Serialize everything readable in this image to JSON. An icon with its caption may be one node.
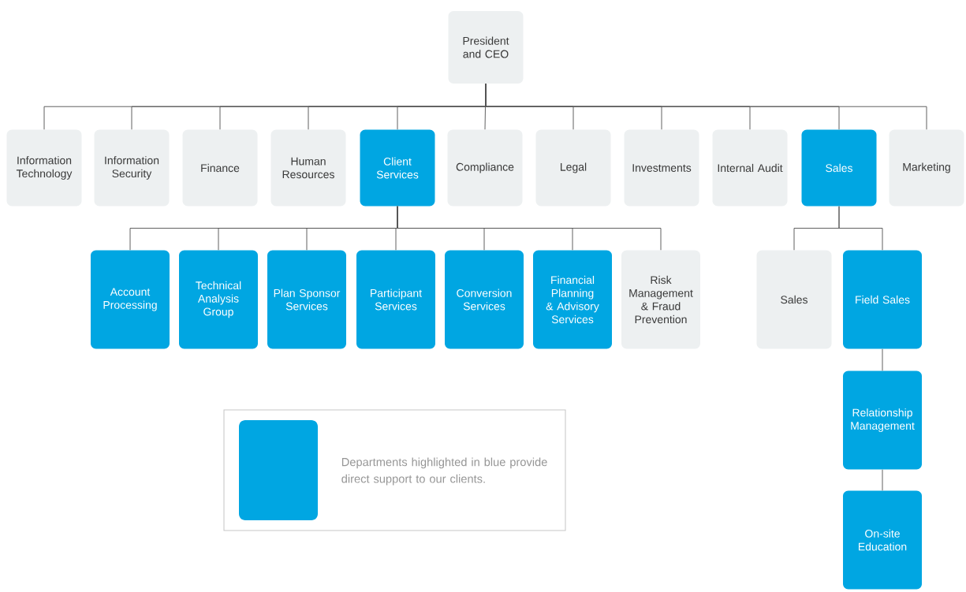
{
  "diagram": {
    "nodes": [
      {
        "text": [
          "President and CEO"
        ]
      },
      {
        "text": [
          "Information Technology"
        ]
      },
      {
        "text": [
          "Information Security"
        ]
      },
      {
        "text": [
          "Finance"
        ]
      },
      {
        "text": [
          "Human Resources"
        ]
      },
      {
        "text": [
          "Client Services"
        ]
      },
      {
        "text": [
          "Compliance"
        ]
      },
      {
        "text": [
          "Legal"
        ]
      },
      {
        "text": [
          "Investments"
        ]
      },
      {
        "text": [
          "Internal Audit"
        ]
      },
      {
        "text": [
          "Sales"
        ]
      },
      {
        "text": [
          "Marketing"
        ]
      },
      {
        "text": [
          "Account Processing"
        ]
      },
      {
        "text": [
          "Technical Analysis Group"
        ]
      },
      {
        "text": [
          "Plan Sponsor Services"
        ]
      },
      {
        "text": [
          "Participant Services"
        ]
      },
      {
        "text": [
          "Conversion Services"
        ]
      },
      {
        "text": [
          "Financial Planning & Advisory Services"
        ]
      },
      {
        "text": [
          "Risk Management & Fraud Prevention"
        ]
      },
      {
        "text": [
          "Sales"
        ]
      },
      {
        "text": [
          "Field Sales"
        ]
      },
      {
        "text": [
          "Relationship Management"
        ]
      },
      {
        "text": [
          "On-site Education"
        ]
      }
    ],
    "edges": [
      {
        "from": 0,
        "to": 1,
        "arrow": "none"
      },
      {
        "from": 0,
        "to": 2,
        "arrow": "none"
      },
      {
        "from": 0,
        "to": 3,
        "arrow": "none"
      },
      {
        "from": 0,
        "to": 4,
        "arrow": "none"
      },
      {
        "from": 0,
        "to": 5,
        "arrow": "none"
      },
      {
        "from": 0,
        "to": 6,
        "arrow": "none"
      },
      {
        "from": 0,
        "to": 7,
        "arrow": "none"
      },
      {
        "from": 0,
        "to": 8,
        "arrow": "none"
      },
      {
        "from": 0,
        "to": 9,
        "arrow": "none"
      },
      {
        "from": 0,
        "to": 10,
        "arrow": "none"
      },
      {
        "from": 0,
        "to": 11,
        "arrow": "none"
      },
      {
        "from": 5,
        "to": 12,
        "arrow": "none"
      },
      {
        "from": 5,
        "to": 13,
        "arrow": "none"
      },
      {
        "from": 5,
        "to": 14,
        "arrow": "none"
      },
      {
        "from": 5,
        "to": 15,
        "arrow": "none"
      },
      {
        "from": 5,
        "to": 16,
        "arrow": "none"
      },
      {
        "from": 5,
        "to": 17,
        "arrow": "none"
      },
      {
        "from": 5,
        "to": 18,
        "arrow": "none"
      },
      {
        "from": 10,
        "to": 19,
        "arrow": "none"
      },
      {
        "from": 10,
        "to": 20,
        "arrow": "none"
      },
      {
        "from": 20,
        "to": 21,
        "arrow": "none"
      },
      {
        "from": 21,
        "to": 22,
        "arrow": "none"
      }
    ],
    "legend": [
      {
        "text": "Departments highlighted in blue provide direct support to our clients.",
        "color": "#00a6e2"
      }
    ]
  }
}
